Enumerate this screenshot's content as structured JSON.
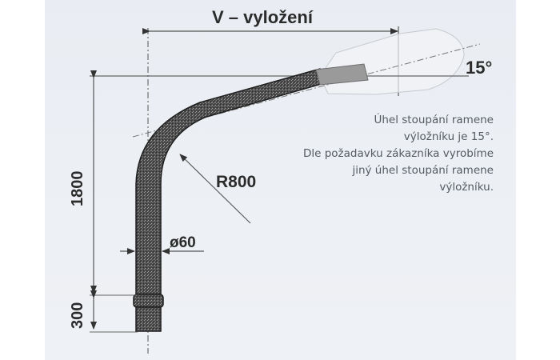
{
  "diagram": {
    "title": "V – vyložení",
    "angle_label": "15°",
    "radius_label": "R800",
    "diameter_label": "ø60",
    "height_label": "1800",
    "base_label": "300",
    "colors": {
      "background": "#ffffff",
      "panel": "#ebeff4",
      "line": "#555555",
      "text": "#2b2b2b",
      "note_text": "#555b61",
      "pipe": "#3c3c3c"
    }
  },
  "note": {
    "lines": [
      "Úhel stoupání ramene",
      "výložníku je 15°.",
      "Dle požadavku zákazníka vyrobíme",
      "jiný úhel stoupání ramene",
      "výložníku."
    ]
  }
}
